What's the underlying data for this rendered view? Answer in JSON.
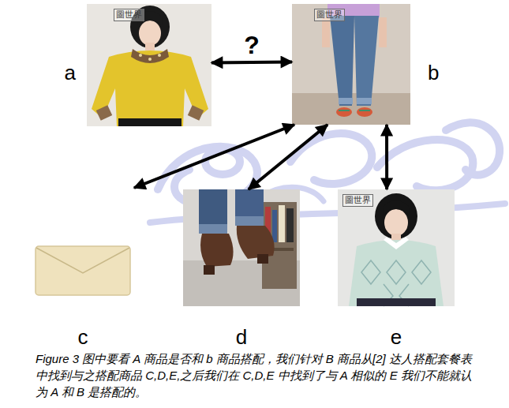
{
  "diagram": {
    "caption": "Figure 3 图中要看 A 商品是否和 b 商品搭配，我们针对 B 商品从[2] 达人搭配套餐表中找到与之搭配商品 C,D,E,之后我们在 C,D,E 中找到了与 A 相似的 E 我们不能就认为 A 和 B 是搭配的。",
    "nodes": [
      {
        "text": [
          "a",
          "圖世界"
        ]
      },
      {
        "text": [
          "b",
          "圖世界"
        ]
      },
      {
        "text": [
          "c"
        ]
      },
      {
        "text": [
          "d"
        ]
      },
      {
        "text": [
          "e",
          "圖世界"
        ]
      }
    ],
    "edges": [
      {
        "from": 0,
        "to": 1,
        "arrow": "both",
        "label": "?"
      },
      {
        "from": 1,
        "to": 2,
        "arrow": "both"
      },
      {
        "from": 1,
        "to": 3,
        "arrow": "both"
      },
      {
        "from": 1,
        "to": 4,
        "arrow": "both"
      }
    ]
  }
}
